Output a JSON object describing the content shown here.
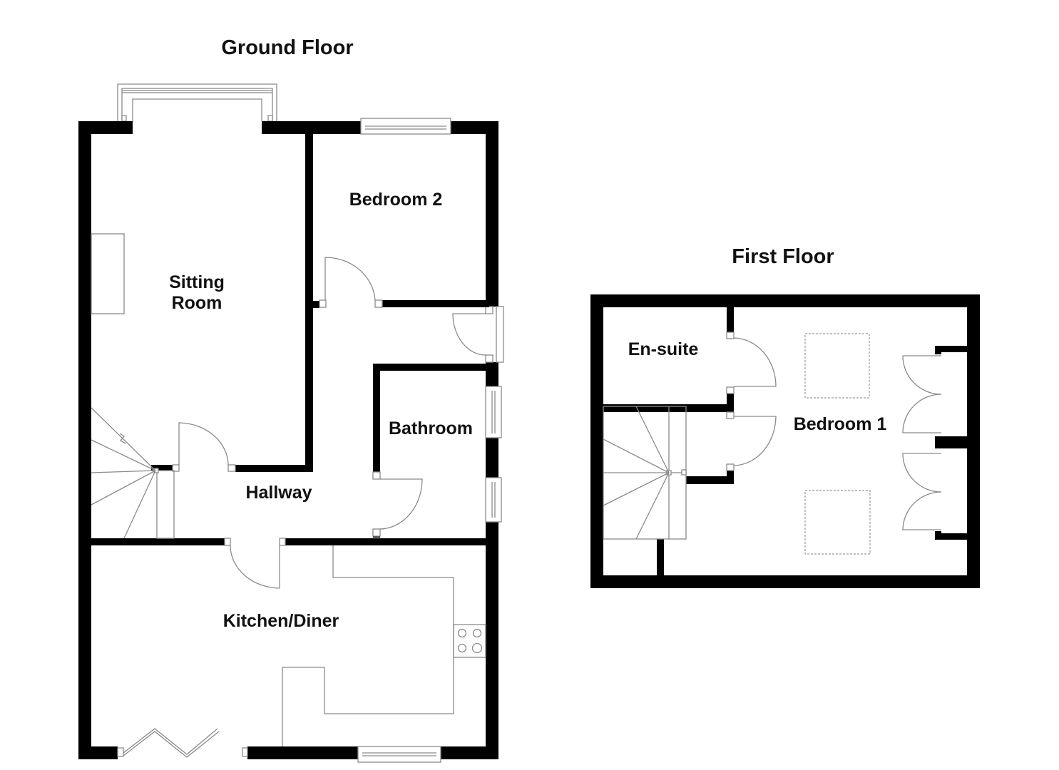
{
  "floors": {
    "ground": {
      "title": "Ground Floor",
      "rooms": {
        "sitting_room_line1": "Sitting",
        "sitting_room_line2": "Room",
        "bedroom2": "Bedroom 2",
        "hallway": "Hallway",
        "bathroom": "Bathroom",
        "kitchen_diner": "Kitchen/Diner"
      }
    },
    "first": {
      "title": "First Floor",
      "rooms": {
        "ensuite": "En-suite",
        "bedroom1": "Bedroom 1"
      }
    }
  },
  "colors": {
    "wall": "#000000",
    "fixture_line": "#8a8a8a",
    "background": "#ffffff"
  }
}
